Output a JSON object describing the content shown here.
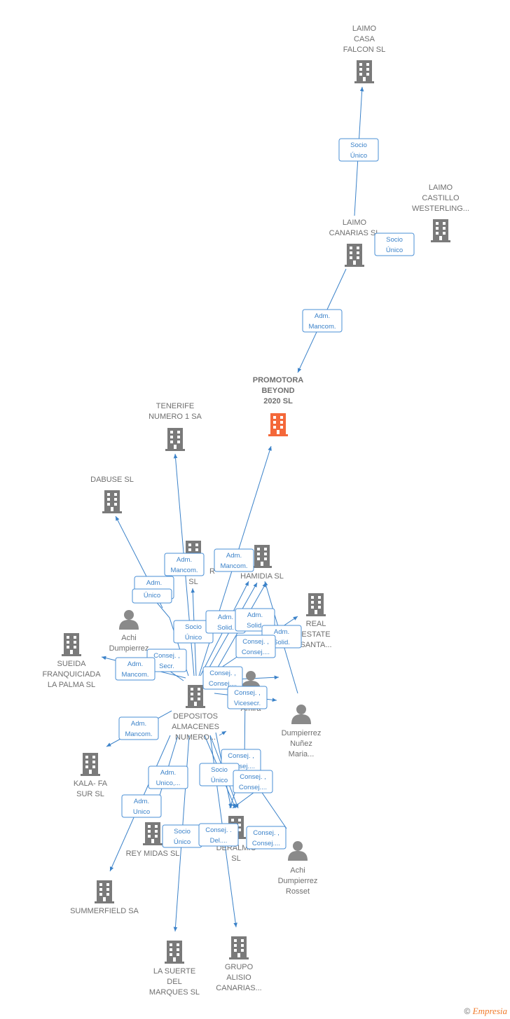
{
  "colors": {
    "accent": "#3b82c9",
    "building": "#7a7a7a",
    "focus": "#f4683a",
    "person": "#8a8a8a"
  },
  "footer": {
    "copyright": "©",
    "brand": "Empresia"
  },
  "nodes": [
    {
      "id": "laimo_casa",
      "type": "building",
      "lines": [
        "LAIMO",
        "CASA",
        "FALCON  SL"
      ]
    },
    {
      "id": "laimo_castillo",
      "type": "building",
      "lines": [
        "LAIMO",
        "CASTILLO",
        "WESTERLING..."
      ]
    },
    {
      "id": "laimo_canarias",
      "type": "building",
      "lines": [
        "LAIMO",
        "CANARIAS SL"
      ]
    },
    {
      "id": "promotora",
      "type": "focus",
      "lines": [
        "PROMOTORA",
        "BEYOND",
        "2020  SL"
      ]
    },
    {
      "id": "tenerife",
      "type": "building",
      "lines": [
        "TENERIFE",
        "NUMERO 1 SA"
      ]
    },
    {
      "id": "dabuse",
      "type": "building",
      "lines": [
        "DABUSE SL"
      ]
    },
    {
      "id": "hamidia",
      "type": "building",
      "lines": [
        "HAMIDIA SL"
      ]
    },
    {
      "id": "hidden_r",
      "type": "building",
      "lines": [
        "R",
        "SL"
      ]
    },
    {
      "id": "real_estate",
      "type": "building",
      "lines": [
        "REAL",
        "ESTATE",
        "SANTA..."
      ]
    },
    {
      "id": "sueida",
      "type": "building",
      "lines": [
        "SUEIDA",
        "FRANQUICIADA",
        "LA PALMA SL"
      ]
    },
    {
      "id": "achi1",
      "type": "person",
      "lines": [
        "Achi",
        "Dumpierrez"
      ]
    },
    {
      "id": "person_mid",
      "type": "person",
      "lines": [
        "Amira"
      ]
    },
    {
      "id": "depositos",
      "type": "building",
      "lines": [
        "DEPOSITOS",
        "ALMACENES",
        "NUMERO..."
      ]
    },
    {
      "id": "dumpierrez_maria",
      "type": "person",
      "lines": [
        "Dumpierrez",
        "Nuñez",
        "Maria..."
      ]
    },
    {
      "id": "kalafa",
      "type": "building",
      "lines": [
        "KALA- FA",
        "SUR  SL"
      ]
    },
    {
      "id": "rey_midas",
      "type": "building",
      "lines": [
        "REY MIDAS SL"
      ]
    },
    {
      "id": "deralmic",
      "type": "building",
      "lines": [
        "DERALMIC",
        "SL"
      ]
    },
    {
      "id": "achi_rosset",
      "type": "person",
      "lines": [
        "Achi",
        "Dumpierrez",
        "Rosset"
      ]
    },
    {
      "id": "summerfield",
      "type": "building",
      "lines": [
        "SUMMERFIELD SA"
      ]
    },
    {
      "id": "la_suerte",
      "type": "building",
      "lines": [
        "LA SUERTE",
        "DEL",
        "MARQUES  SL"
      ]
    },
    {
      "id": "grupo_alisio",
      "type": "building",
      "lines": [
        "GRUPO",
        "ALISIO",
        "CANARIAS..."
      ]
    }
  ],
  "relations": [
    {
      "lines": [
        "Socio",
        "Único"
      ]
    },
    {
      "lines": [
        "Socio",
        "Único"
      ]
    },
    {
      "lines": [
        "Adm.",
        "Mancom."
      ]
    },
    {
      "lines": [
        "Adm.",
        "Mancom."
      ]
    },
    {
      "lines": [
        "Adm.",
        "Mancom."
      ]
    },
    {
      "lines": [
        "Adm.",
        "Solid."
      ]
    },
    {
      "lines": [
        "Único"
      ]
    },
    {
      "lines": [
        "Socio",
        "Único"
      ]
    },
    {
      "lines": [
        "Adm.",
        "Solid."
      ]
    },
    {
      "lines": [
        "Adm.",
        "Solid."
      ]
    },
    {
      "lines": [
        "Adm.",
        "Solid."
      ]
    },
    {
      "lines": [
        "Consej. ,",
        "Consej...."
      ]
    },
    {
      "lines": [
        "Consej. ,",
        "Secr."
      ]
    },
    {
      "lines": [
        "Adm.",
        "Mancom."
      ]
    },
    {
      "lines": [
        "Consej. ,",
        "Consej...."
      ]
    },
    {
      "lines": [
        "Consej. ,",
        "Vicesecr."
      ]
    },
    {
      "lines": [
        "Adm.",
        "Mancom."
      ]
    },
    {
      "lines": [
        "Adm.",
        "Unico,..."
      ]
    },
    {
      "lines": [
        "Consej. ,",
        "Consej...."
      ]
    },
    {
      "lines": [
        "Socio",
        "Único"
      ]
    },
    {
      "lines": [
        "Consej. ,",
        "Consej...."
      ]
    },
    {
      "lines": [
        "Adm.",
        "Unico"
      ]
    },
    {
      "lines": [
        "Socio",
        "Único"
      ]
    },
    {
      "lines": [
        "Consej. .",
        "Del...."
      ]
    },
    {
      "lines": [
        "Consej. ,",
        "Consej...."
      ]
    }
  ]
}
